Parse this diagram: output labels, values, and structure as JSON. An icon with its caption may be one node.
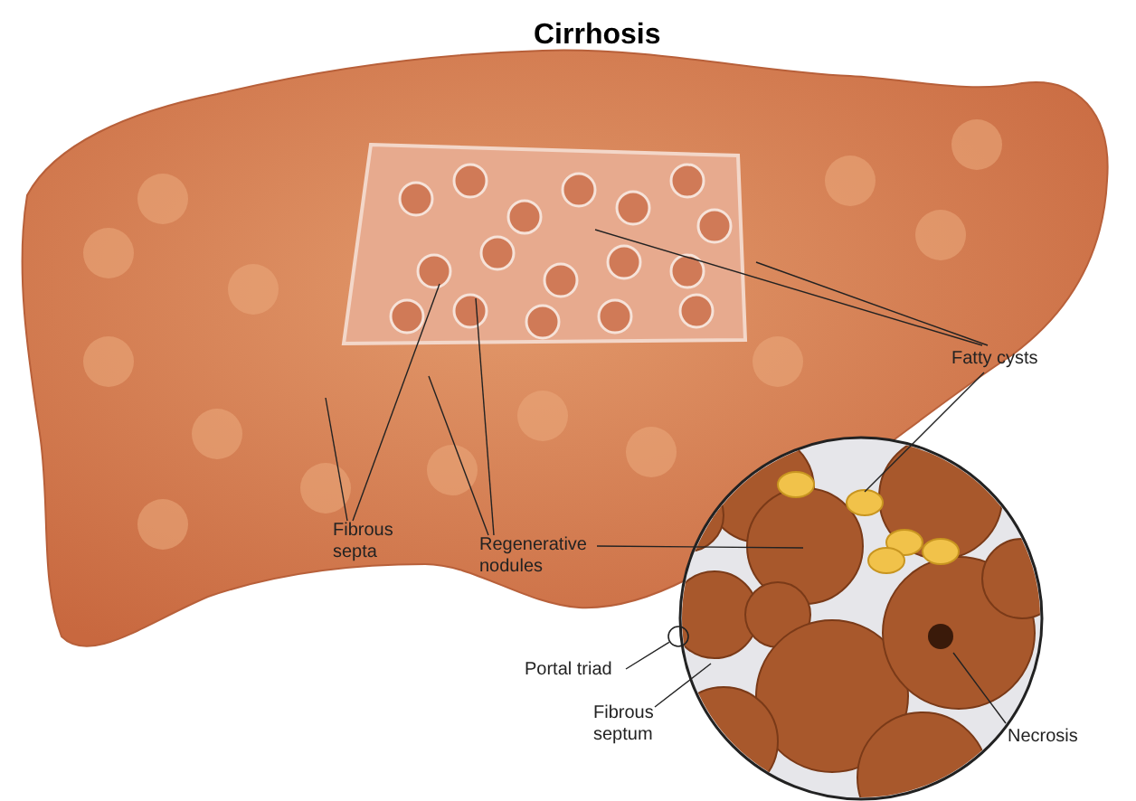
{
  "diagram": {
    "title": "Cirrhosis",
    "nodes": [
      {
        "text": [
          "Fatty cysts"
        ]
      },
      {
        "text": [
          "Fibrous septa"
        ]
      },
      {
        "text": [
          "Regenerative nodules"
        ]
      },
      {
        "text": [
          "Portal triad"
        ]
      },
      {
        "text": [
          "Fibrous septum"
        ]
      },
      {
        "text": [
          "Necrosis"
        ]
      },
      {
        "text": [],
        "shape": "circle"
      }
    ],
    "edges": [
      {
        "from": 0,
        "to": null,
        "arrow": "none"
      },
      {
        "from": 0,
        "to": null,
        "arrow": "none"
      },
      {
        "from": 0,
        "to": null,
        "arrow": "none"
      },
      {
        "from": 1,
        "to": null,
        "arrow": "none"
      },
      {
        "from": 1,
        "to": null,
        "arrow": "none"
      },
      {
        "from": 2,
        "to": null,
        "arrow": "none"
      },
      {
        "from": 2,
        "to": null,
        "arrow": "none"
      },
      {
        "from": 2,
        "to": null,
        "arrow": "none"
      },
      {
        "from": 3,
        "to": 6,
        "arrow": "none"
      },
      {
        "from": 4,
        "to": null,
        "arrow": "none"
      },
      {
        "from": 5,
        "to": null,
        "arrow": "none"
      }
    ]
  }
}
